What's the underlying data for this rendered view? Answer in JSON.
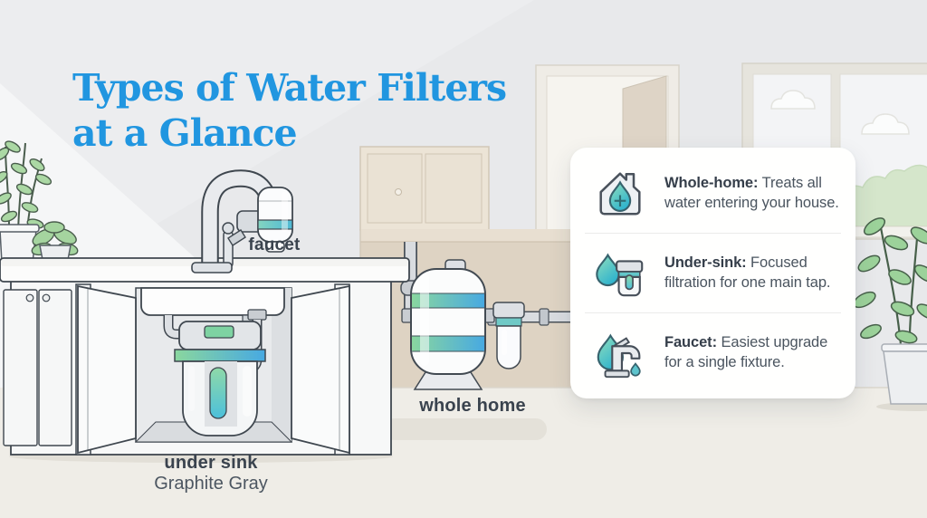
{
  "title": {
    "line1": "Types of Water Filters",
    "line2": "at a Glance"
  },
  "scene": {
    "labels": {
      "faucet": "faucet",
      "whole_home": "whole home",
      "under_sink": "under sink",
      "under_sink_variant": "Graphite Gray"
    }
  },
  "card": {
    "items": [
      {
        "icon": "whole-home-house-drop-icon",
        "term": "Whole-home:",
        "desc": " Treats all water entering your house."
      },
      {
        "icon": "under-sink-drop-cartridge-icon",
        "term": "Under-sink:",
        "desc": " Focused filtration for one main tap."
      },
      {
        "icon": "faucet-drop-icon",
        "term": "Faucet:",
        "desc": " Easiest upgrade for a single fixture."
      }
    ]
  },
  "colors": {
    "accent_blue": "#2196e0",
    "band_green": "#8ad79e",
    "band_blue": "#47a9e2",
    "teal": "#3ab6cf",
    "leaf_green": "#a5d49f",
    "beige_wall": "#ded3c3",
    "wall_gray": "#e8e9eb",
    "floor": "#efede7",
    "outline": "#3f474f",
    "text_dark": "#353e4a",
    "text_body": "#4a545f",
    "card_bg": "#fffffe"
  }
}
